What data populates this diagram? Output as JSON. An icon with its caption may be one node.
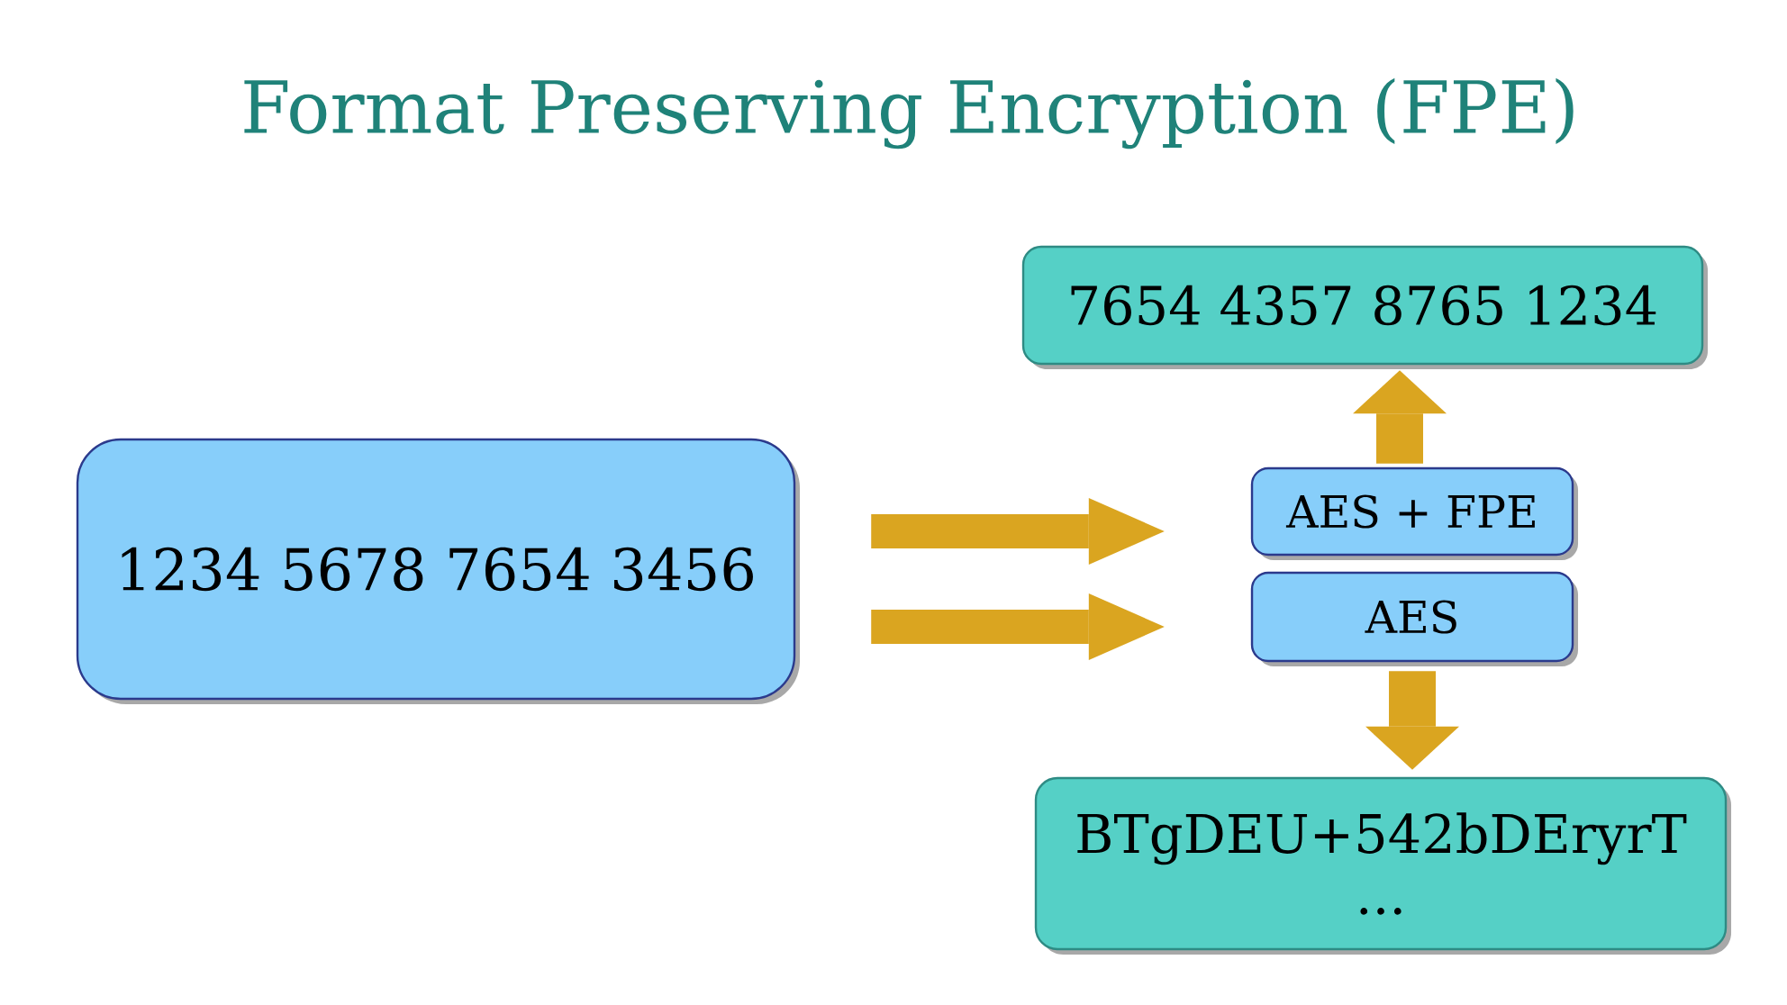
{
  "diagram": {
    "title": "Format Preserving Encryption (FPE)",
    "nodes": [
      {
        "text": [
          "1234 5678 7654 3456"
        ]
      },
      {
        "text": [
          "7654 4357 8765 1234"
        ]
      },
      {
        "text": [
          "AES + FPE"
        ]
      },
      {
        "text": [
          "AES"
        ]
      },
      {
        "text": [
          "BTgDEU+542bDEryrT ..."
        ]
      }
    ],
    "edges": [
      {
        "from": 0,
        "to": 2,
        "arrow": "to"
      },
      {
        "from": 0,
        "to": 3,
        "arrow": "to"
      },
      {
        "from": 2,
        "to": 1,
        "arrow": "to"
      },
      {
        "from": 3,
        "to": 4,
        "arrow": "to"
      }
    ]
  }
}
